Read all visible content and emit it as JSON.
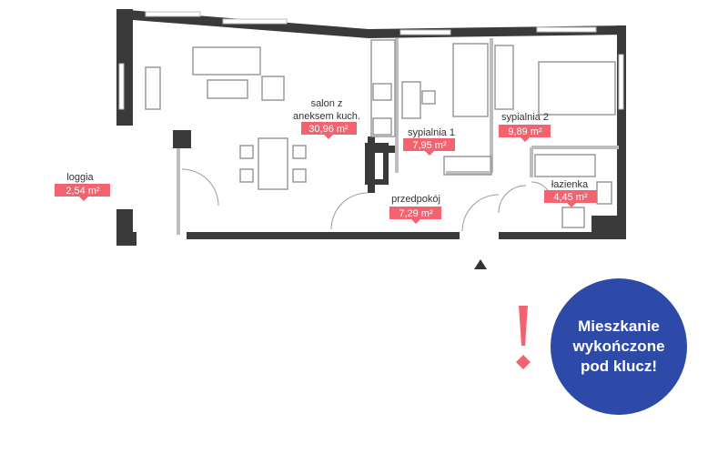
{
  "colors": {
    "wall": "#3a3a3a",
    "furniture": "#9a9a9a",
    "area_tag": "#f2636f",
    "badge": "#2e4aa8",
    "exclamation": "#f2636f"
  },
  "rooms": {
    "salon": {
      "name_line1": "salon z",
      "name_line2": "aneksem kuch.",
      "area": "30,96 m²"
    },
    "sypialnia1": {
      "name": "sypialnia 1",
      "area": "7,95 m²"
    },
    "sypialnia2": {
      "name": "sypialnia 2",
      "area": "9,89 m²"
    },
    "przedpokoj": {
      "name": "przedpokój",
      "area": "7,29 m²"
    },
    "lazienka": {
      "name": "łazienka",
      "area": "4,45 m²"
    },
    "loggia": {
      "name": "loggia",
      "area": "2,54 m²"
    }
  },
  "entrance_marker": "entrance-arrow-icon",
  "badge": {
    "text": "Mieszkanie\nwykończone\npod klucz!"
  },
  "exclamation_icon": "exclamation-icon"
}
